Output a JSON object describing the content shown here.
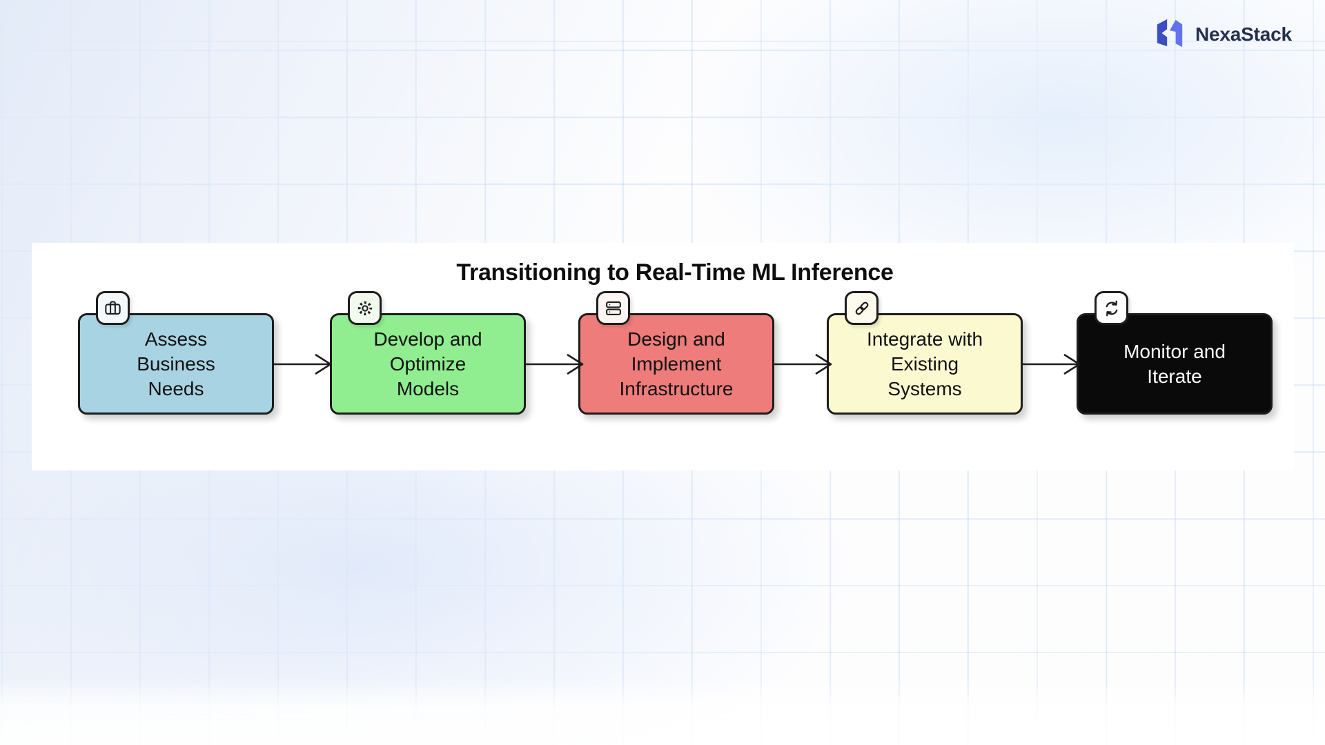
{
  "brand": {
    "name": "NexaStack",
    "text_color": "#24304d",
    "mark_dark": "#3d4ec2",
    "mark_light": "#6373ee"
  },
  "diagram": {
    "title": "Transitioning to Real-Time ML Inference",
    "connector_color": "#1c1c1c",
    "border_color": "#1c1c1c",
    "steps": [
      {
        "icon": "briefcase",
        "lines": [
          "Assess",
          "Business",
          "Needs"
        ],
        "fill": "#a8d3e3",
        "badge_fill": "#f3f8fb",
        "text_color": "#111111"
      },
      {
        "icon": "gear",
        "lines": [
          "Develop and",
          "Optimize",
          "Models"
        ],
        "fill": "#90ee90",
        "badge_fill": "#f2faee",
        "text_color": "#111111"
      },
      {
        "icon": "server",
        "lines": [
          "Design and",
          "Implement",
          "Infrastructure"
        ],
        "fill": "#ee7c7a",
        "badge_fill": "#fdf5f2",
        "text_color": "#111111"
      },
      {
        "icon": "link",
        "lines": [
          "Integrate with",
          "Existing",
          "Systems"
        ],
        "fill": "#fbf9d0",
        "badge_fill": "#fcfbee",
        "text_color": "#111111"
      },
      {
        "icon": "refresh",
        "lines": [
          "Monitor and",
          "Iterate"
        ],
        "fill": "#0a0a0a",
        "badge_fill": "#fdfdfd",
        "text_color": "#ffffff"
      }
    ]
  }
}
